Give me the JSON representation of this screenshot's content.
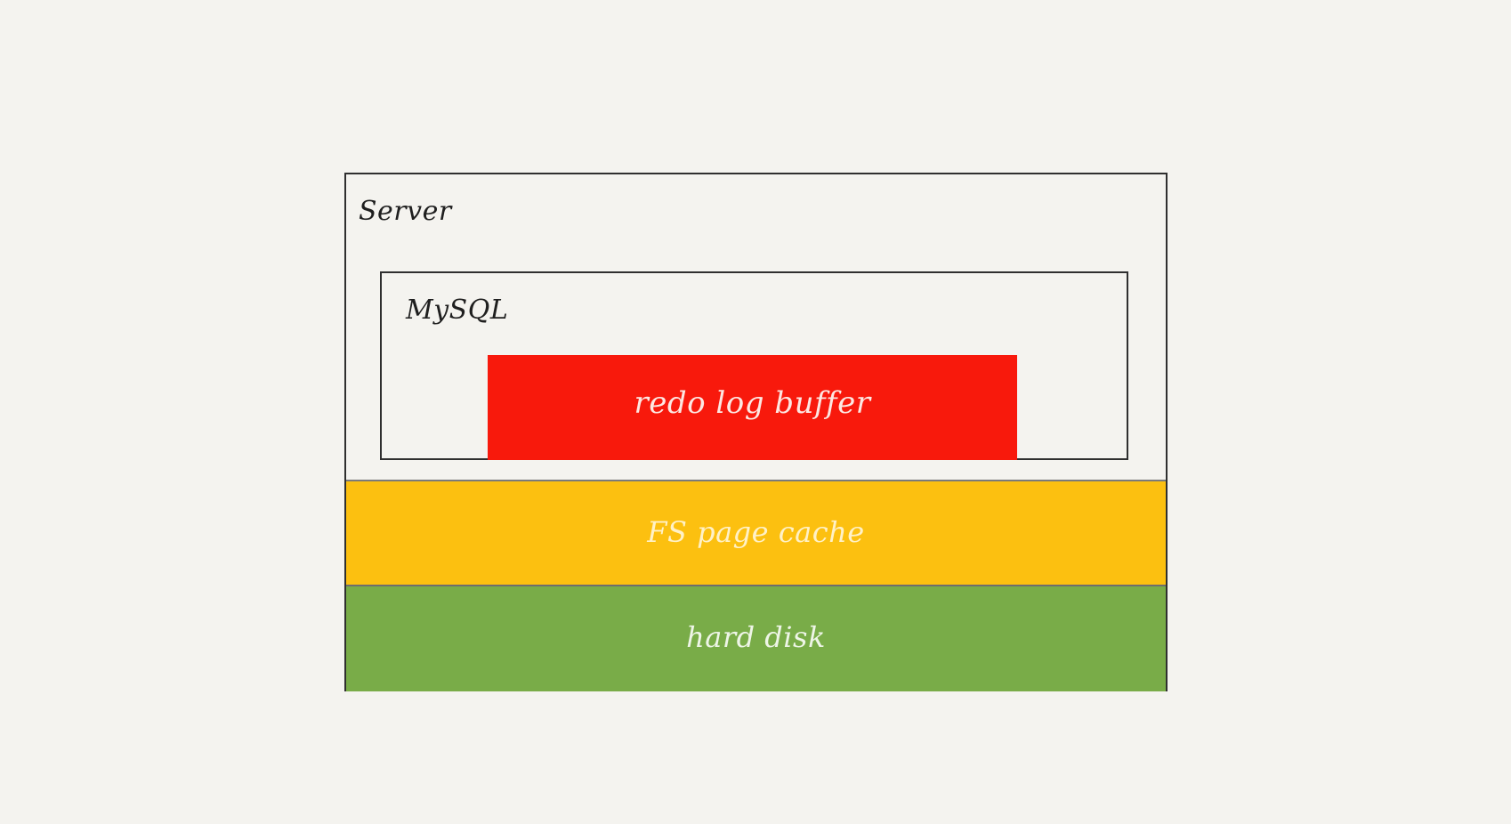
{
  "diagram": {
    "server": {
      "label": "Server"
    },
    "mysql": {
      "label": "MySQL"
    },
    "redo_log_buffer": {
      "label": "redo log buffer",
      "color": "#f8190c"
    },
    "fs_page_cache": {
      "label": "FS page cache",
      "color": "#fcc010"
    },
    "hard_disk": {
      "label": "hard disk",
      "color": "#79ac48"
    },
    "colors": {
      "background": "#f4f3ef",
      "outline": "#2f2f2f"
    }
  }
}
